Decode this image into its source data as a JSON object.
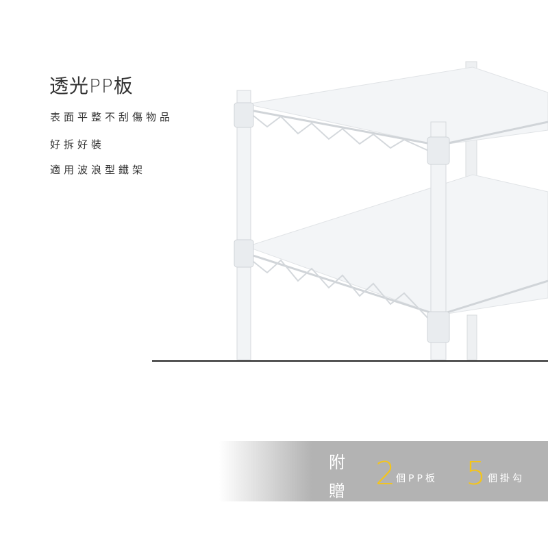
{
  "title": "透光PP板",
  "features": [
    "表面平整不刮傷物品",
    "好拆好裝",
    "適用波浪型鐵架"
  ],
  "gift": {
    "label_top": "附",
    "label_bottom": "贈",
    "items": [
      {
        "count": "2",
        "unit": "個PP板"
      },
      {
        "count": "5",
        "unit": "個掛勾"
      }
    ]
  },
  "colors": {
    "accent": "#f5c518",
    "band": "#b3b3b3",
    "text": "#333333"
  }
}
